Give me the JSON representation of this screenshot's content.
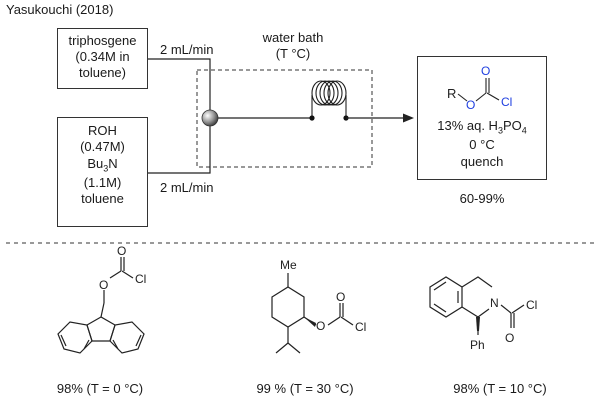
{
  "header": {
    "citation": "Yasukouchi (2018)"
  },
  "flow": {
    "reagent_a": {
      "lines": [
        "triphosgene",
        "(0.34M in",
        "toluene)"
      ]
    },
    "reagent_b": {
      "line1": "ROH",
      "line2": "(0.47M)",
      "line3_base": "Bu",
      "line3_sub": "3",
      "line3_tail": "N",
      "line4": "(1.1M)",
      "line5": "toluene"
    },
    "flow_rate_top": "2 mL/min",
    "flow_rate_bottom": "2 mL/min",
    "bath": {
      "line1": "water bath",
      "line2": "(T °C)"
    },
    "product_box": {
      "atoms": {
        "r": "R",
        "o": "O",
        "o_top": "O",
        "cl": "Cl"
      },
      "quench_line1_pre": "13% aq. H",
      "quench_line1_sub1": "3",
      "quench_line1_mid": "PO",
      "quench_line1_sub2": "4",
      "quench_line2": "0 °C",
      "quench_line3": "quench"
    },
    "yield_range": "60-99%"
  },
  "examples": [
    {
      "caption": "98% (T = 0 °C)",
      "atoms": {
        "o": "O",
        "o_top": "O",
        "cl": "Cl"
      }
    },
    {
      "caption": "99 % (T = 30 °C)",
      "atoms": {
        "me": "Me",
        "o": "O",
        "o_top": "O",
        "cl": "Cl"
      }
    },
    {
      "caption": "98% (T = 10 °C)",
      "atoms": {
        "n": "N",
        "ph": "Ph",
        "o_top": "O",
        "cl": "Cl"
      }
    }
  ],
  "colors": {
    "heteroatom": "#1f3fe0",
    "line": "#222222"
  }
}
